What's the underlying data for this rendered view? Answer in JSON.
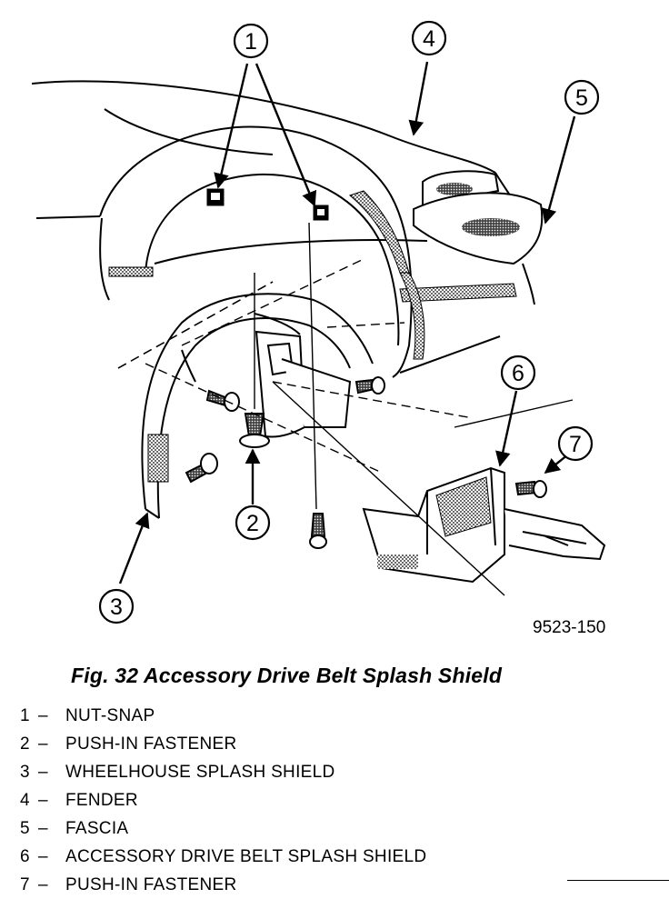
{
  "figure_number": "9523-150",
  "caption": "Fig. 32 Accessory Drive Belt Splash Shield",
  "callouts": [
    "1",
    "2",
    "3",
    "4",
    "5",
    "6",
    "7"
  ],
  "legend": [
    {
      "num": "1",
      "dash": "–",
      "label": "NUT-SNAP"
    },
    {
      "num": "2",
      "dash": "–",
      "label": "PUSH-IN FASTENER"
    },
    {
      "num": "3",
      "dash": "–",
      "label": "WHEELHOUSE SPLASH SHIELD"
    },
    {
      "num": "4",
      "dash": "–",
      "label": "FENDER"
    },
    {
      "num": "5",
      "dash": "–",
      "label": "FASCIA"
    },
    {
      "num": "6",
      "dash": "–",
      "label": "ACCESSORY DRIVE BELT SPLASH SHIELD"
    },
    {
      "num": "7",
      "dash": "–",
      "label": "PUSH-IN FASTENER"
    }
  ]
}
